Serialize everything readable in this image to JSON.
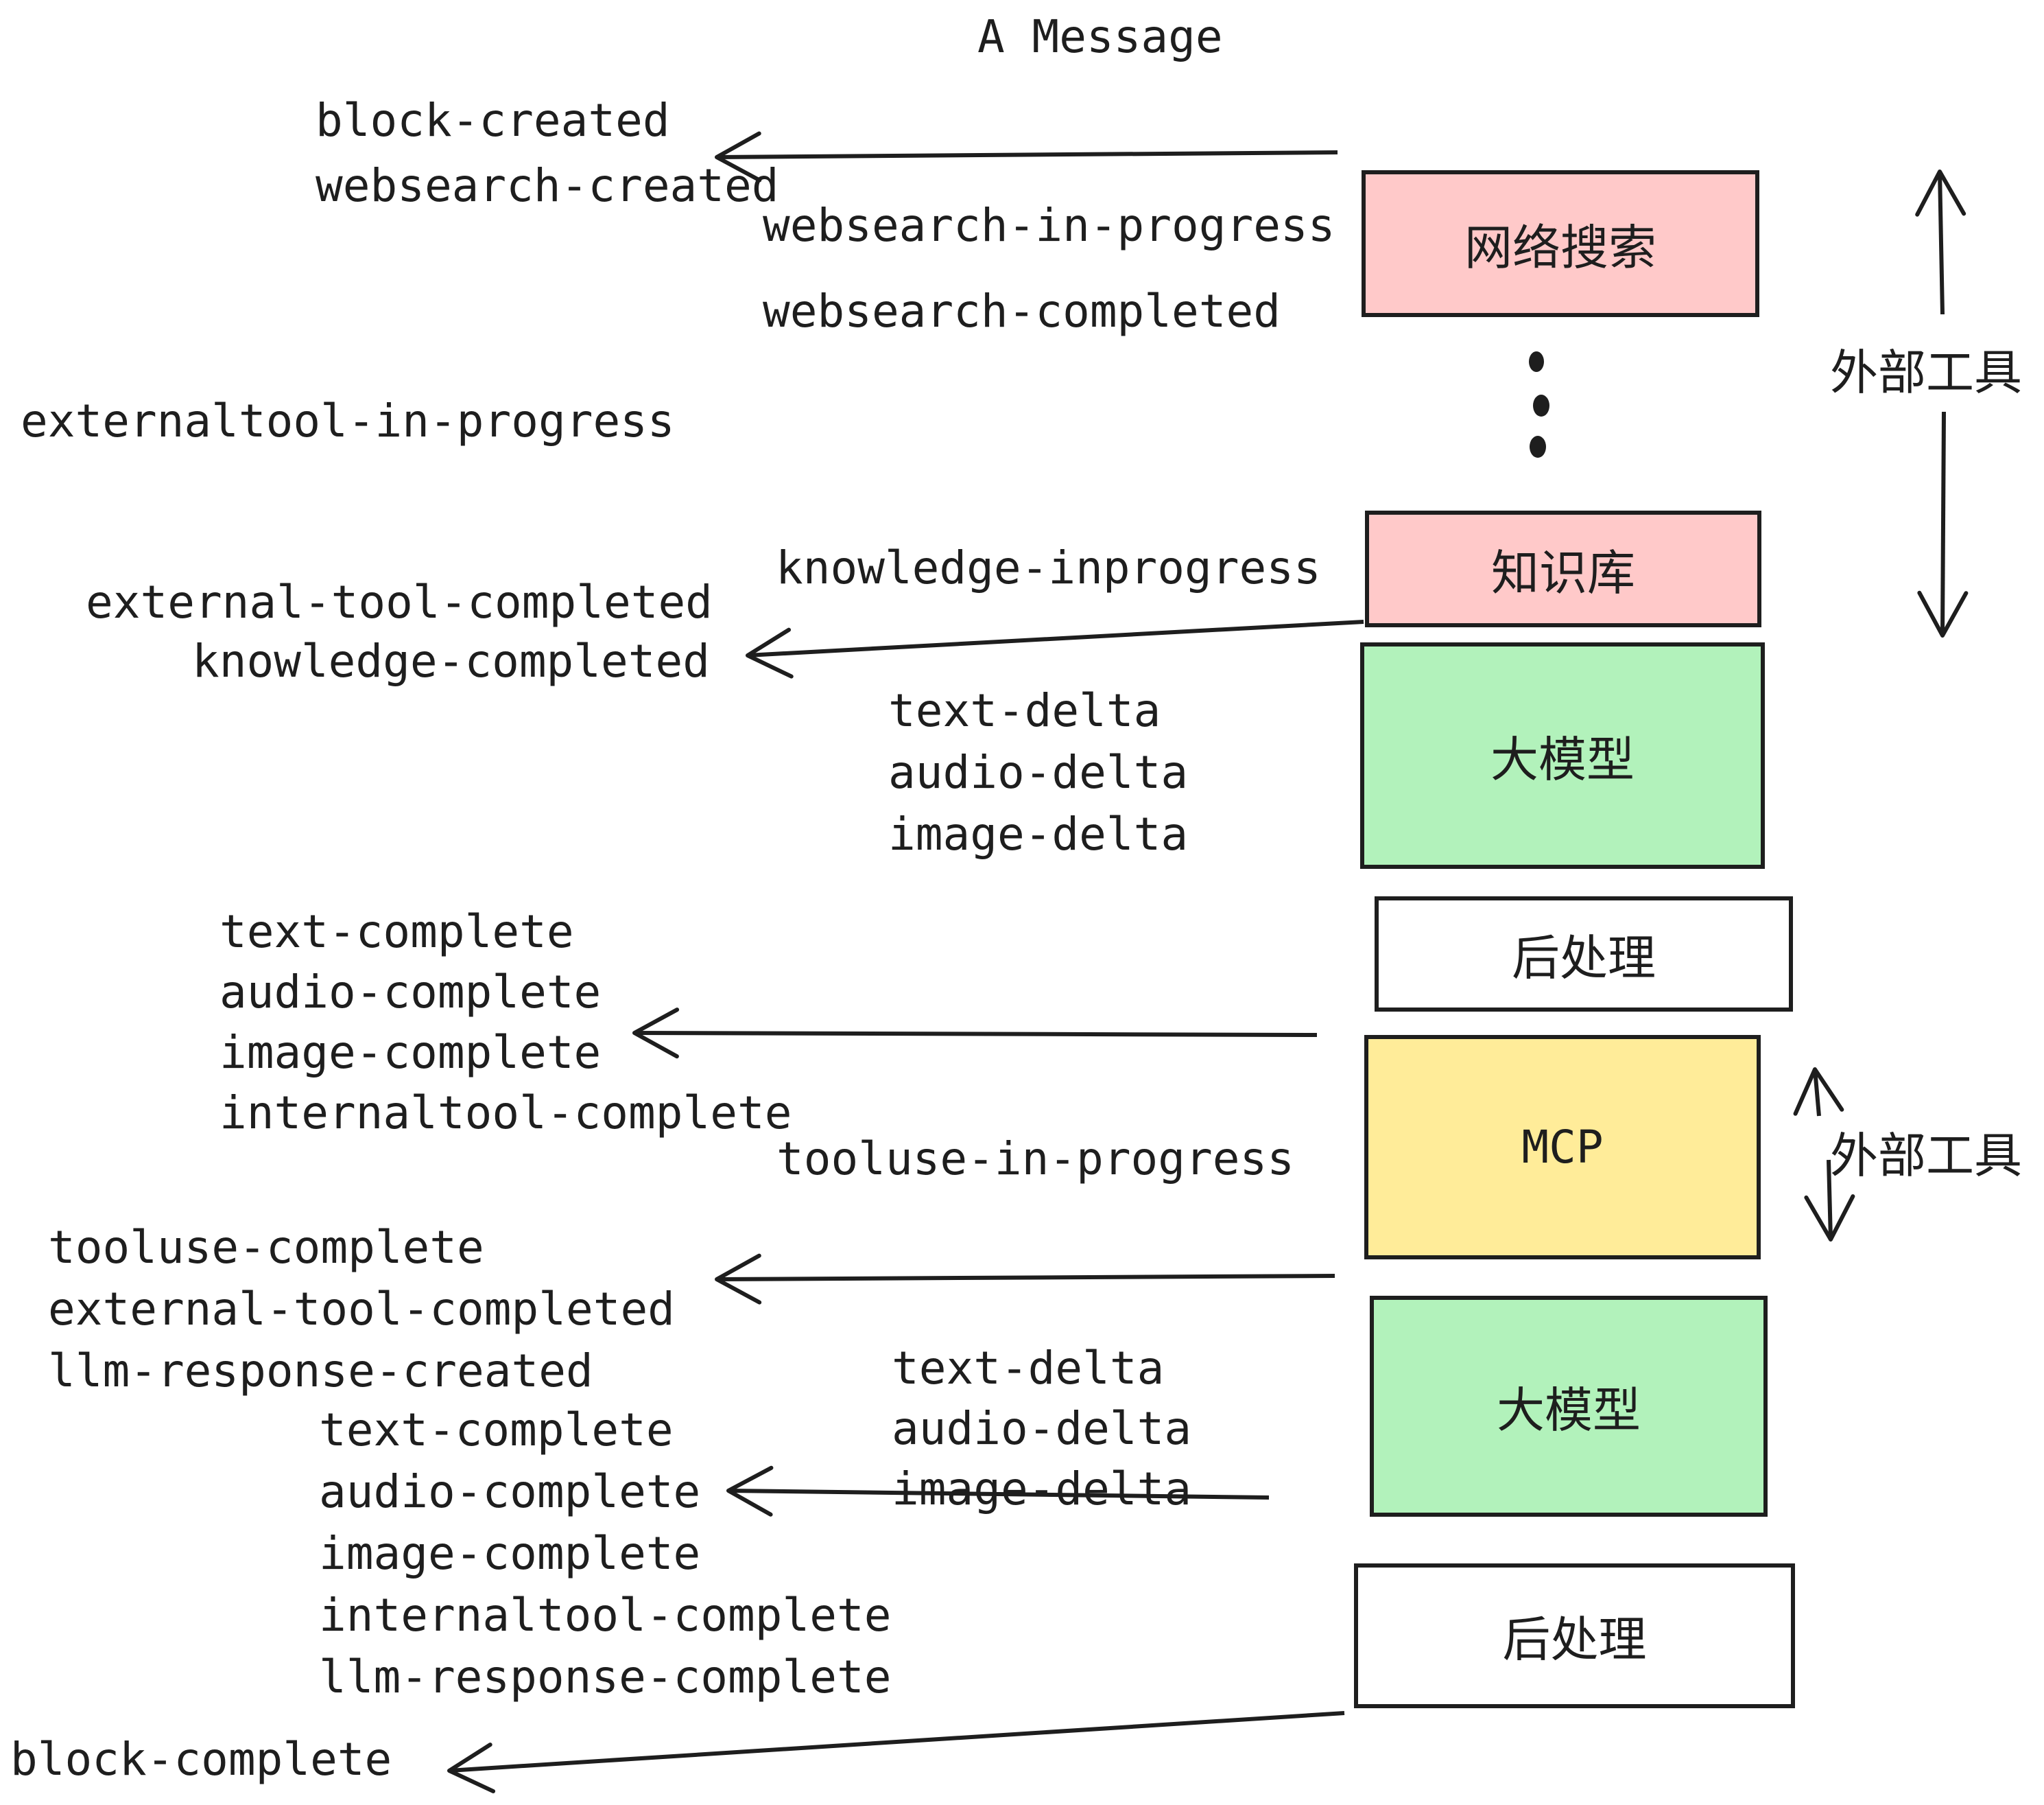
{
  "title": "A Message",
  "colors": {
    "ink": "#1e1e1e",
    "box_pink": "#ffc9c9",
    "box_green": "#b2f2bb",
    "box_yellow": "#ffec99",
    "box_white": "#ffffff"
  },
  "boxes": {
    "websearch": {
      "label": "网络搜索",
      "color": "#ffc9c9"
    },
    "knowledge": {
      "label": "知识库",
      "color": "#ffc9c9"
    },
    "llm1": {
      "label": "大模型",
      "color": "#b2f2bb"
    },
    "post1": {
      "label": "后处理",
      "color": "#ffffff"
    },
    "mcp": {
      "label": "MCP",
      "color": "#ffec99"
    },
    "llm2": {
      "label": "大模型",
      "color": "#b2f2bb"
    },
    "post2": {
      "label": "后处理",
      "color": "#ffffff"
    }
  },
  "side_annotations": {
    "external_tool_top": "外部工具",
    "external_tool_bottom": "外部工具"
  },
  "events": {
    "block_created": "block-created",
    "websearch_created": "websearch-created",
    "websearch_in_progress": "websearch-in-progress",
    "websearch_completed": "websearch-completed",
    "externaltool_in_progress": "externaltool-in-progress",
    "knowledge_inprogress": "knowledge-inprogress",
    "external_tool_completed": "external-tool-completed",
    "knowledge_completed": "knowledge-completed",
    "text_delta": "text-delta",
    "audio_delta": "audio-delta",
    "image_delta": "image-delta",
    "text_complete": "text-complete",
    "audio_complete": "audio-complete",
    "image_complete": "image-complete",
    "internaltool_complete": "internaltool-complete",
    "tooluse_in_progress": "tooluse-in-progress",
    "tooluse_complete": "tooluse-complete",
    "llm_response_created": "llm-response-created",
    "llm_response_complete": "llm-response-complete",
    "block_complete": "block-complete"
  }
}
